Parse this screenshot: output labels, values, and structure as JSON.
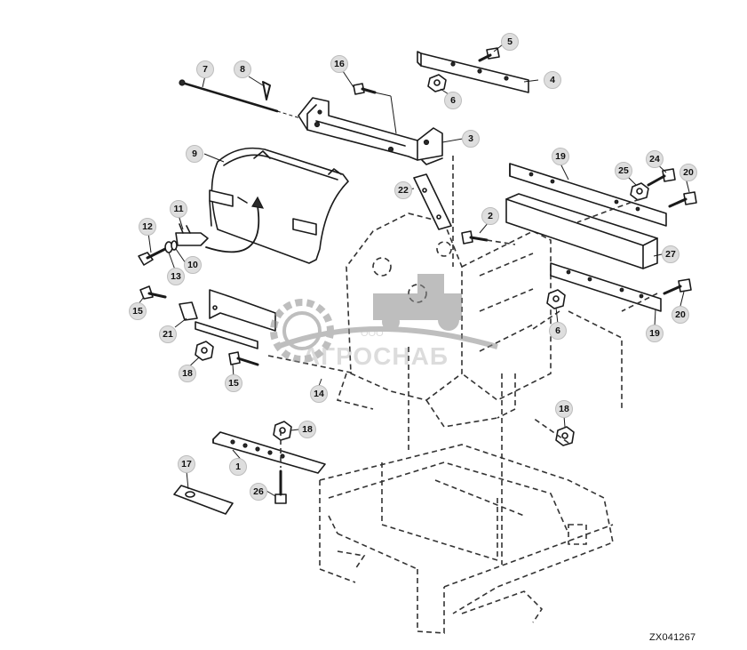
{
  "watermark": {
    "prefix": "ООО",
    "company": "АГРОСНАБ"
  },
  "figure_id": "ZX041267",
  "callouts": [
    {
      "id": "c5",
      "label": "5"
    },
    {
      "id": "c4",
      "label": "4"
    },
    {
      "id": "c6a",
      "label": "6"
    },
    {
      "id": "c7",
      "label": "7"
    },
    {
      "id": "c8",
      "label": "8"
    },
    {
      "id": "c16",
      "label": "16"
    },
    {
      "id": "c3",
      "label": "3"
    },
    {
      "id": "c9",
      "label": "9"
    },
    {
      "id": "c19a",
      "label": "19"
    },
    {
      "id": "c24",
      "label": "24"
    },
    {
      "id": "c25",
      "label": "25"
    },
    {
      "id": "c20a",
      "label": "20"
    },
    {
      "id": "c22",
      "label": "22"
    },
    {
      "id": "c11",
      "label": "11"
    },
    {
      "id": "c2",
      "label": "2"
    },
    {
      "id": "c12",
      "label": "12"
    },
    {
      "id": "c27",
      "label": "27"
    },
    {
      "id": "c10",
      "label": "10"
    },
    {
      "id": "c13",
      "label": "13"
    },
    {
      "id": "c15a",
      "label": "15"
    },
    {
      "id": "c20b",
      "label": "20"
    },
    {
      "id": "c21",
      "label": "21"
    },
    {
      "id": "c6b",
      "label": "6"
    },
    {
      "id": "c19b",
      "label": "19"
    },
    {
      "id": "c18a",
      "label": "18"
    },
    {
      "id": "c15b",
      "label": "15"
    },
    {
      "id": "c14",
      "label": "14"
    },
    {
      "id": "c18b",
      "label": "18"
    },
    {
      "id": "c18c",
      "label": "18"
    },
    {
      "id": "c17",
      "label": "17"
    },
    {
      "id": "c1",
      "label": "1"
    },
    {
      "id": "c26",
      "label": "26"
    }
  ]
}
